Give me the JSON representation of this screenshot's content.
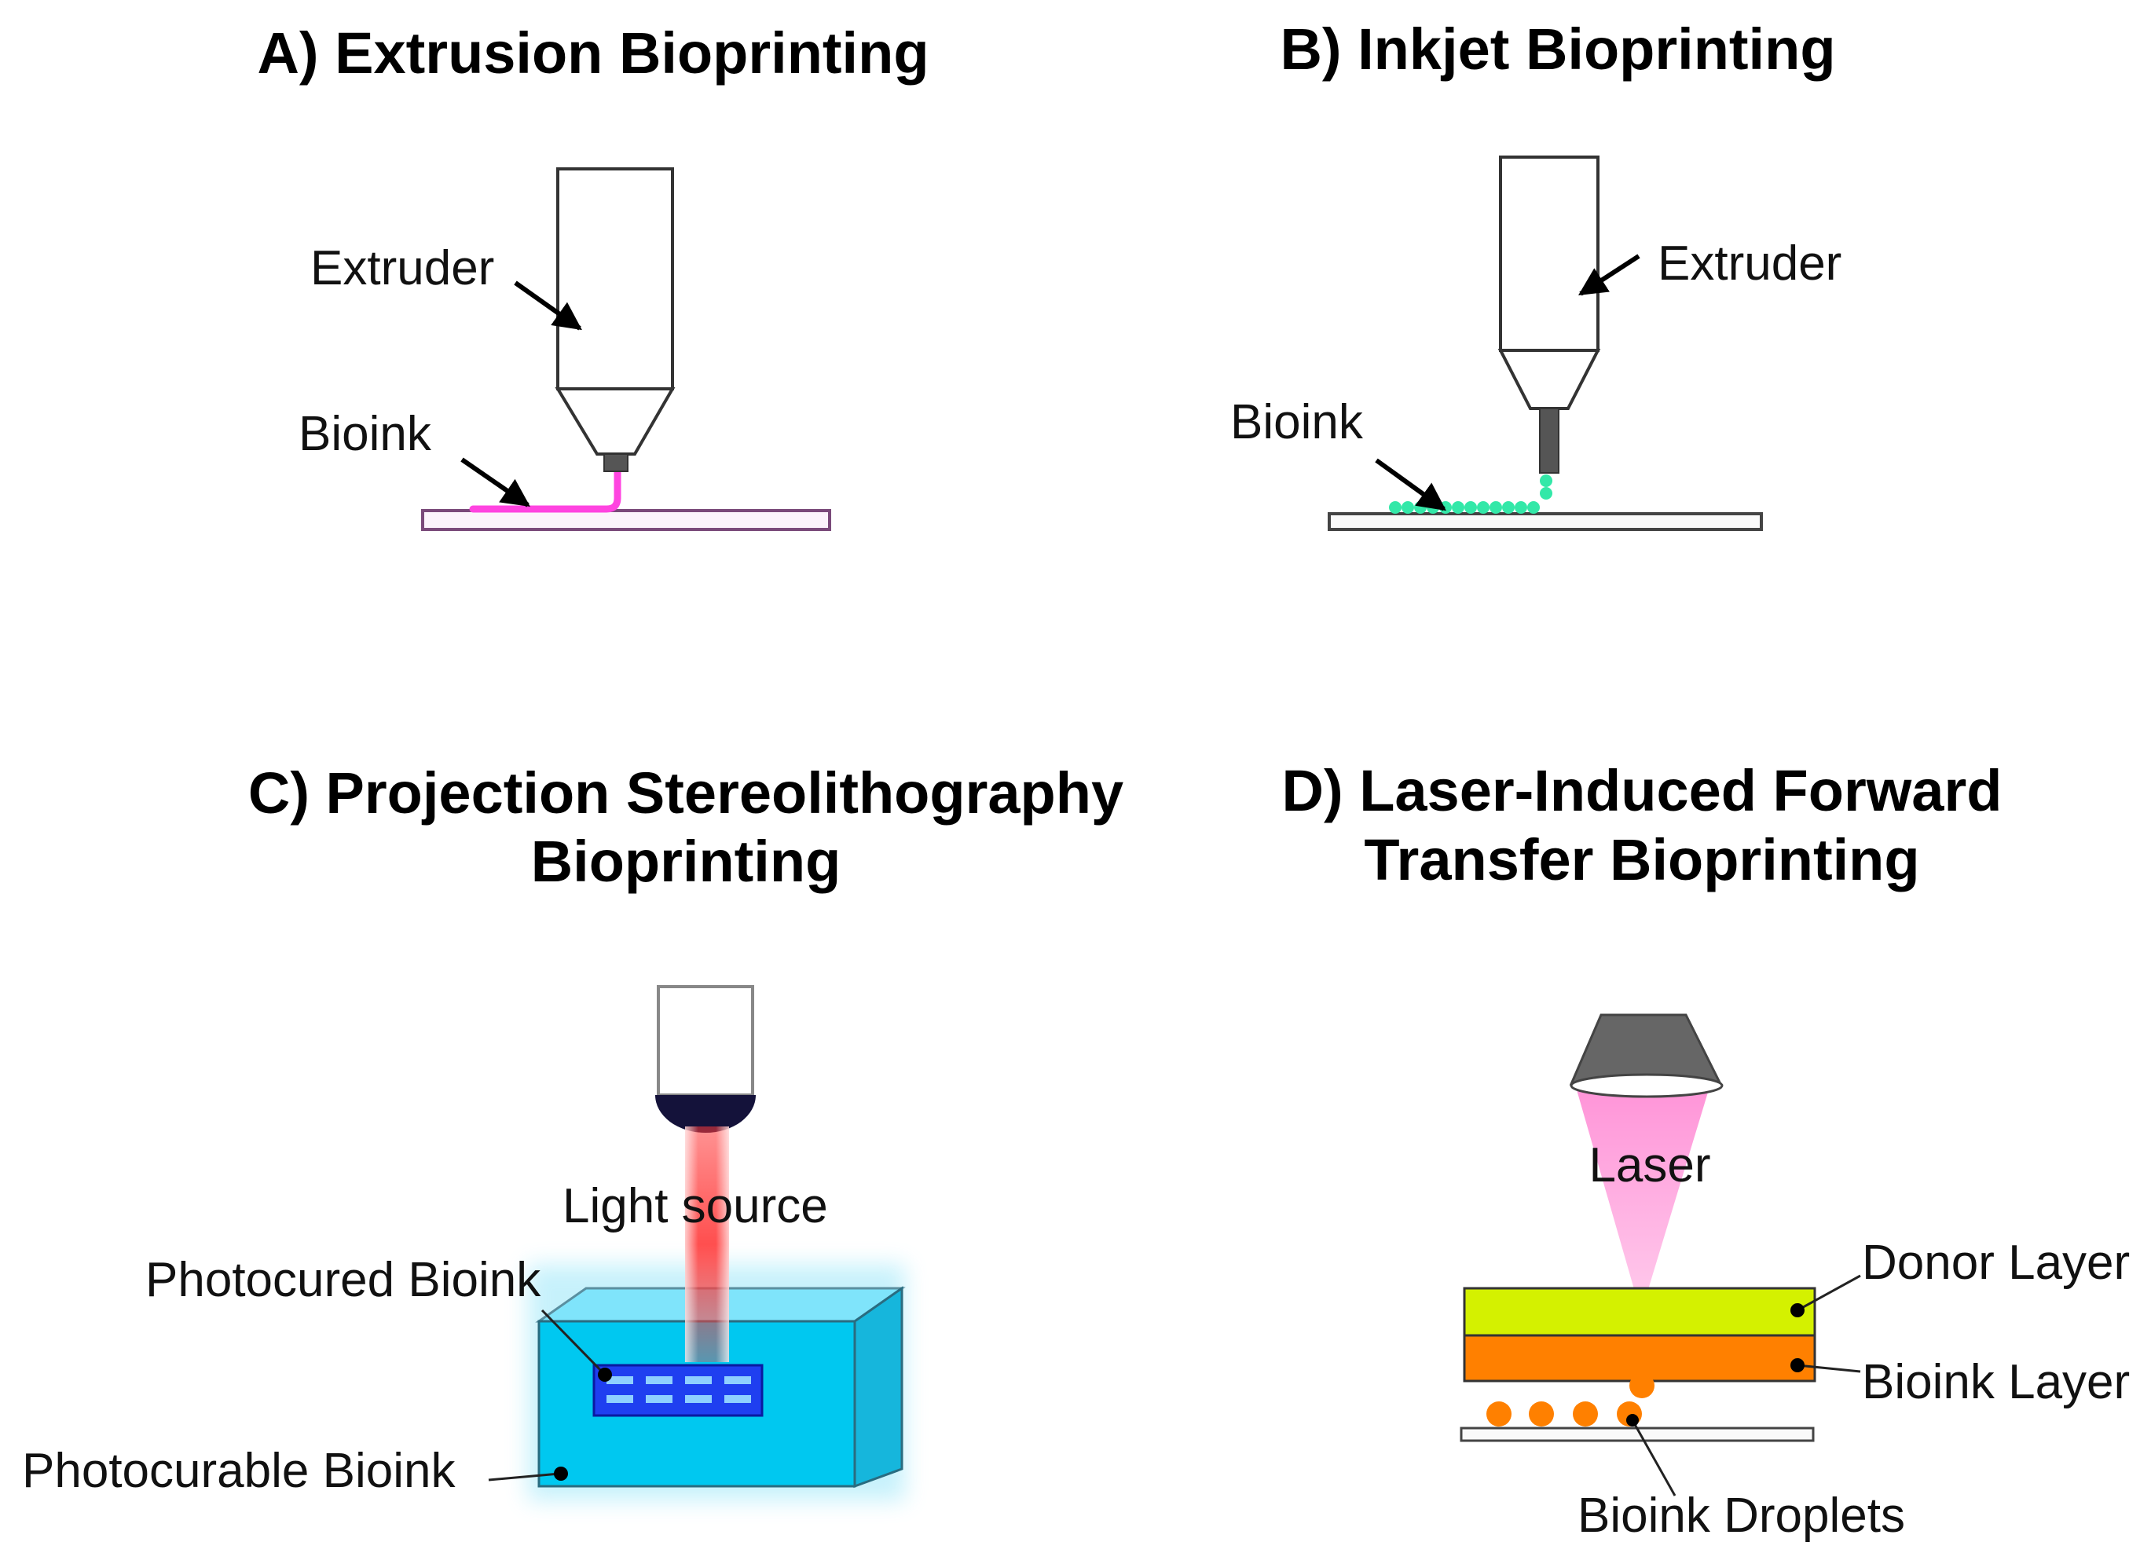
{
  "panels": {
    "a": {
      "title": "A) Extrusion Bioprinting",
      "labels": {
        "extruder": "Extruder",
        "bioink": "Bioink"
      }
    },
    "b": {
      "title": "B) Inkjet Bioprinting",
      "labels": {
        "extruder": "Extruder",
        "bioink": "Bioink"
      }
    },
    "c": {
      "title_line1": "C) Projection Stereolithography",
      "title_line2": "Bioprinting",
      "labels": {
        "light_source": "Light source",
        "photocured_bioink": "Photocured Bioink",
        "photocurable_bioink": "Photocurable Bioink"
      }
    },
    "d": {
      "title_line1": "D) Laser-Induced Forward",
      "title_line2": "Transfer Bioprinting",
      "labels": {
        "laser": "Laser",
        "donor_layer": "Donor Layer",
        "bioink_layer": "Bioink Layer",
        "bioink_droplets": "Bioink Droplets"
      }
    }
  },
  "colors": {
    "extrusion_bioink": "#ff44e0",
    "inkjet_bioink": "#33e8a8",
    "nozzle": "#555555",
    "light_beam": "#ff3b3b",
    "light_lens": "#14123a",
    "vat_front": "#00c8f0",
    "vat_top": "#7fe4fb",
    "vat_side": "#16b6dc",
    "photocured": "#1f3ff0",
    "laser_head": "#666666",
    "laser_beam": "#ff8fd6",
    "donor_layer": "#d4f100",
    "bioink_layer": "#ff8000"
  }
}
